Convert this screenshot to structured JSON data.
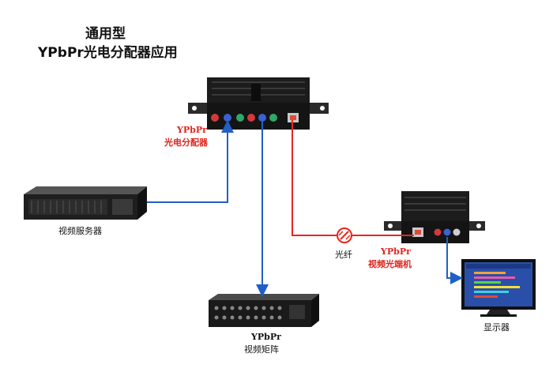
{
  "title": {
    "line1": "通用型",
    "line2": "YPbPr光电分配器应用"
  },
  "labels": {
    "splitter_l1": "YPbPr",
    "splitter_l2": "光电分配器",
    "server": "视频服务器",
    "matrix_l1": "YPbPr",
    "matrix_l2": "视频矩阵",
    "fiber": "光纤",
    "terminal_l1": "YPbPr",
    "terminal_l2": "视频光端机",
    "display": "显示器"
  },
  "colors": {
    "electric_line": "#1f5fc8",
    "fiber_line": "#e8261d",
    "label_red": "#e0261d"
  }
}
